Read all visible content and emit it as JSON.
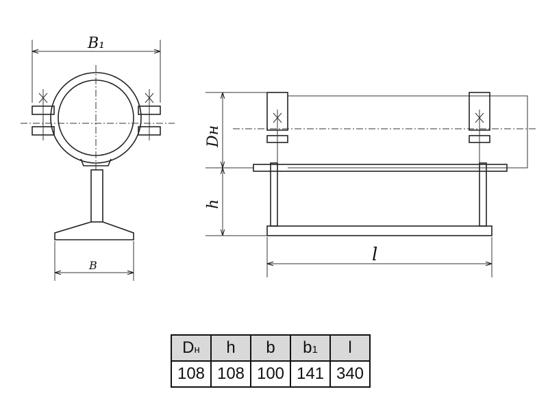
{
  "drawing": {
    "labels": {
      "b1": "B₁",
      "b": "B",
      "dn": "Dн",
      "h": "h",
      "l": "l"
    }
  },
  "table": {
    "headers": [
      {
        "main": "D",
        "sub": "н"
      },
      {
        "main": "h",
        "sub": ""
      },
      {
        "main": "b",
        "sub": ""
      },
      {
        "main": "b",
        "sub": "1"
      },
      {
        "main": "l",
        "sub": ""
      }
    ],
    "values": [
      "108",
      "108",
      "100",
      "141",
      "340"
    ]
  },
  "colors": {
    "header_bg": "#d9d9d9",
    "line": "#222222"
  }
}
